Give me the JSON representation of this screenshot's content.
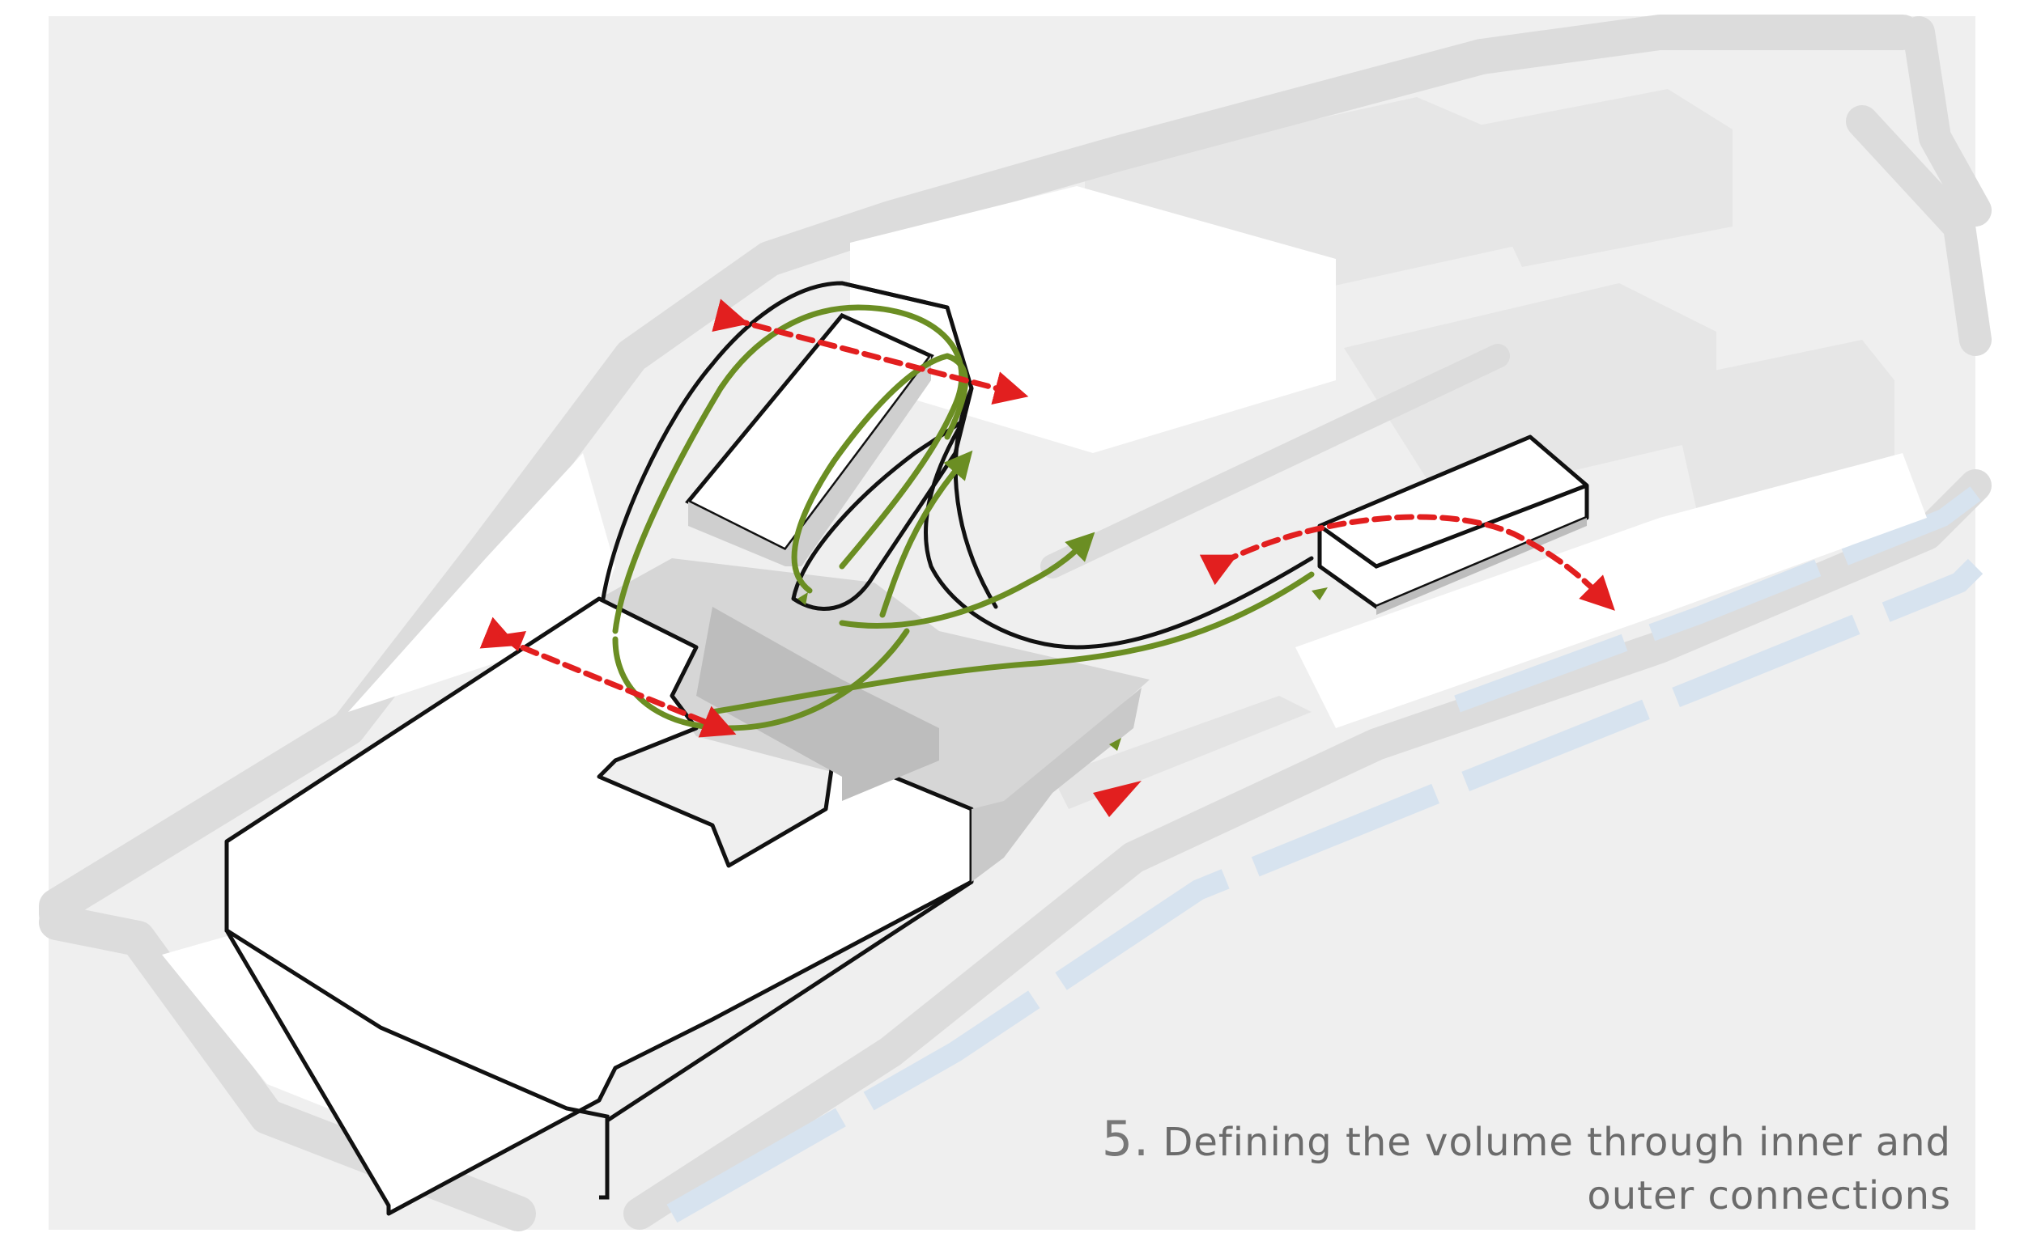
{
  "caption": {
    "number": "5.",
    "line1": "Defining the volume through inner and",
    "line2": "outer connections"
  },
  "colors": {
    "background": "#ffffff",
    "site_pad": "#efefef",
    "road": "#dcdcdc",
    "water": "#d7e3ef",
    "outline": "#111111",
    "circulation_green": "#6b8e23",
    "connection_red": "#e21f1f",
    "shadow": "#bdbdbd",
    "plaza": "#d6d6d6"
  },
  "legend_icons": [
    "green-circulation-line",
    "red-connection-arrow"
  ]
}
